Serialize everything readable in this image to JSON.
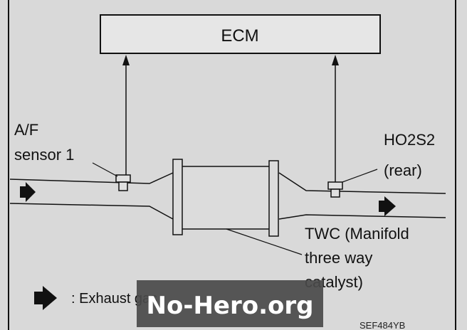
{
  "diagram": {
    "ecm_label": "ECM",
    "af_sensor_label_1": "A/F",
    "af_sensor_label_2": "sensor 1",
    "ho2s2_label_1": "HO2S2",
    "ho2s2_label_2": "(rear)",
    "twc_label_1": "TWC (Manifold",
    "twc_label_2": "three way",
    "twc_label_3": "catalyst)",
    "legend_label": ": Exhaust gas",
    "figure_code": "SEF484YB"
  },
  "watermark": {
    "text": "No-Hero.org"
  },
  "colors": {
    "background": "#d9d9d9",
    "line": "#111111",
    "watermark_bg": "#4a4a4a",
    "watermark_text": "#ffffff"
  }
}
